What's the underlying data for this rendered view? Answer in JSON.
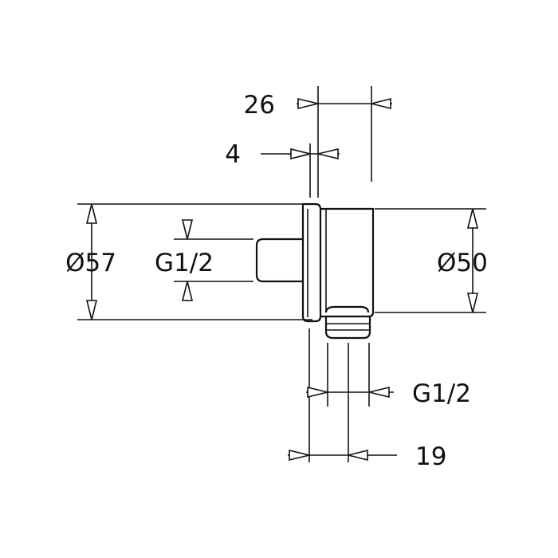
{
  "dimensions": {
    "width_total": "26",
    "flange": "4",
    "diameter_base": "Ø57",
    "thread_inlet": "G1/2",
    "diameter_body": "Ø50",
    "thread_outlet": "G1/2",
    "outlet_offset": "19"
  },
  "colors": {
    "line": "#111111",
    "background": "#ffffff"
  }
}
